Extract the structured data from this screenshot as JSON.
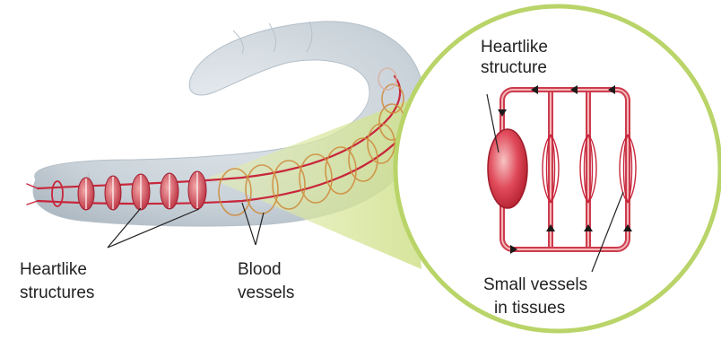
{
  "labels": {
    "heartlike_structure": [
      "Heartlike",
      "structure"
    ],
    "heartlike_structures": [
      "Heartlike",
      "structures"
    ],
    "blood_vessels": [
      "Blood",
      "vessels"
    ],
    "small_vessels": [
      "Small vessels",
      "in tissues"
    ]
  },
  "colors": {
    "worm_body": "#c9d2d9",
    "vessel_red": "#c8263b",
    "heart_fill": "#e04a5a",
    "zoom_beam": "#cfe08a",
    "zoom_circle_border": "#b9d468"
  }
}
